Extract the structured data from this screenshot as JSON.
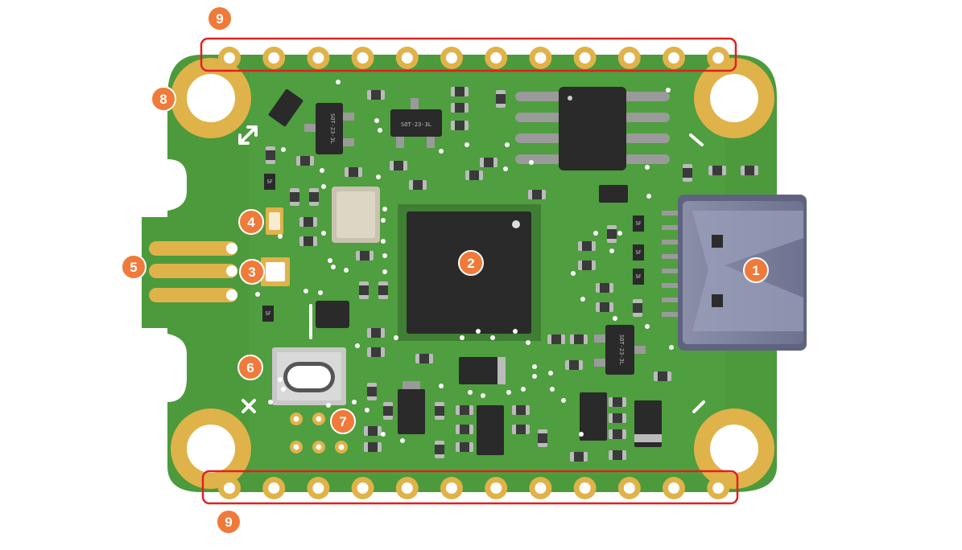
{
  "colors": {
    "pcb": "#4c9a3c",
    "pcb_light": "#5cab47",
    "gold": "#e0b24a",
    "gold_dark": "#b8892c",
    "chip": "#2a2a2a",
    "callout": "#ef7a3a",
    "highlight": "#e02020"
  },
  "package_labels": {
    "sot_a": "SOT-23-3L",
    "sot_b": "SOT-23-3L",
    "sot_c": "SOT-23-3L",
    "cap_marks": [
      "5F",
      "5F",
      "5F",
      "5F",
      "5F"
    ]
  },
  "callouts": [
    {
      "id": "usb-c-connector",
      "label": "1"
    },
    {
      "id": "microcontroller",
      "label": "2"
    },
    {
      "id": "rgb-led",
      "label": "3"
    },
    {
      "id": "status-led",
      "label": "4"
    },
    {
      "id": "edge-contacts",
      "label": "5"
    },
    {
      "id": "push-button",
      "label": "6"
    },
    {
      "id": "programming-pads",
      "label": "7"
    },
    {
      "id": "mounting-hole",
      "label": "8"
    },
    {
      "id": "header-top",
      "label": "9"
    },
    {
      "id": "header-bottom",
      "label": "9"
    }
  ]
}
